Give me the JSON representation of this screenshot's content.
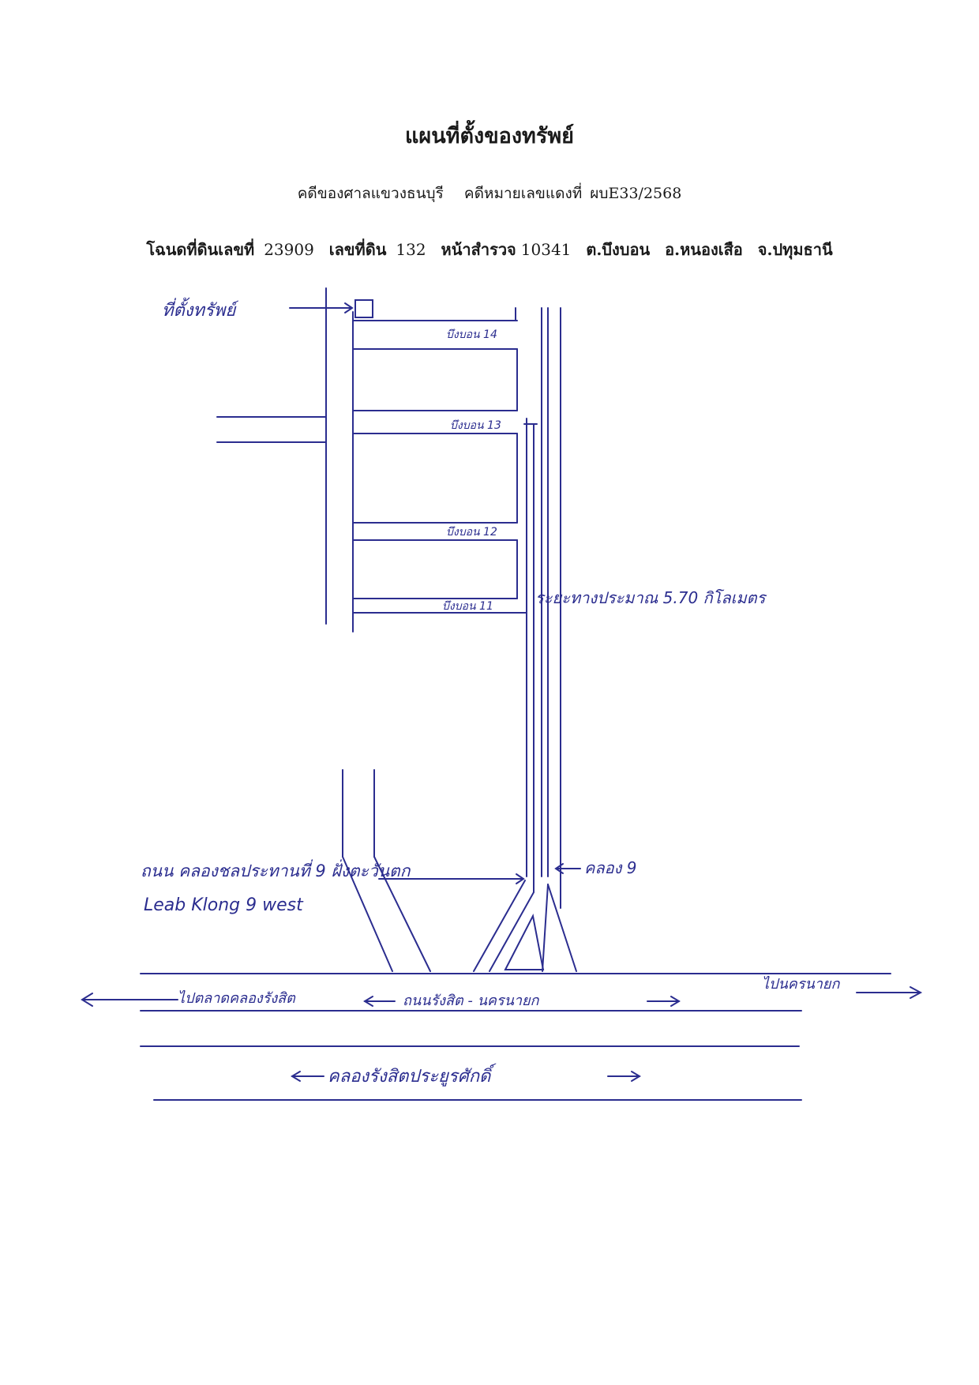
{
  "header": {
    "title": "แผนที่ตั้งของทรัพย์",
    "court": "คดีของศาลแขวงธนบุรี",
    "case_no_label": "คดีหมายเลขแดงที่",
    "case_no": "ผบE33/2568"
  },
  "deed": {
    "deed_label": "โฉนดที่ดินเลขที่",
    "deed_no": "23909",
    "land_label": "เลขที่ดิน",
    "land_no": "132",
    "survey_label": "หน้าสำรวจ",
    "survey_no": "10341",
    "subdistrict": "ต.บึงบอน",
    "district": "อ.หนองเสือ",
    "province": "จ.ปทุมธานี"
  },
  "map": {
    "property_label": "ที่ตั้งทรัพย์",
    "soi_14": "บึงบอน 14",
    "soi_13": "บึงบอน 13",
    "soi_12": "บึงบอน 12",
    "soi_11": "บึงบอน 11",
    "distance_note": "ระยะทางประมาณ 5.70 กิโลเมตร",
    "west_road_th": "ถนน คลองชลประทานที่ 9 ฝั่งตะวันตก",
    "west_road_en": "Leab Klong 9 west",
    "klong_9": "คลอง 9",
    "to_left": "ไปตลาดคลองรังสิต",
    "main_road": "ถนนรังสิต - นครนายก",
    "to_right": "ไปนครนายก",
    "canal": "คลองรังสิตประยูรศักดิ์"
  },
  "colors": {
    "ink": "#2b2d8f",
    "text": "#1a1a1a"
  }
}
